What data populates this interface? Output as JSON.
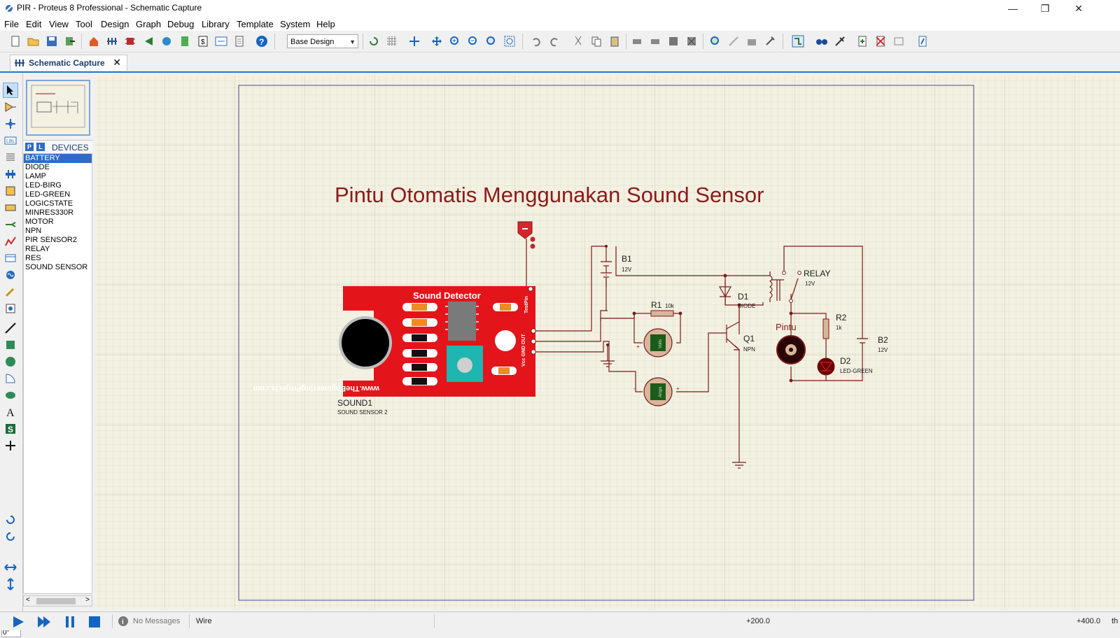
{
  "window": {
    "title": "PIR - Proteus 8 Professional - Schematic Capture",
    "minimize": "—",
    "maximize": "❐",
    "close": "✕"
  },
  "menu": [
    "File",
    "Edit",
    "View",
    "Tool",
    "Design",
    "Graph",
    "Debug",
    "Library",
    "Template",
    "System",
    "Help"
  ],
  "toolbar": {
    "design_select": "Base Design"
  },
  "tab": {
    "label": "Schematic Capture"
  },
  "devices": {
    "header": "DEVICES",
    "p_button": "P",
    "l_button": "L",
    "items": [
      "BATTERY",
      "DIODE",
      "LAMP",
      "LED-BIRG",
      "LED-GREEN",
      "LOGICSTATE",
      "MINRES330R",
      "MOTOR",
      "NPN",
      "PIR SENSOR2",
      "RELAY",
      "RES",
      "SOUND SENSOR"
    ],
    "selected": "BATTERY"
  },
  "rotation": "0°",
  "schematic": {
    "title": "Pintu Otomatis Menggunakan Sound Sensor",
    "board": {
      "name": "Sound Detector",
      "url": "www.TheEngineeringProjects.com",
      "pins": "Vcc GND OUT",
      "testpin": "TestPin"
    },
    "sound_ref": "SOUND1",
    "sound_type": "SOUND SENSOR 2",
    "b1": {
      "ref": "B1",
      "value": "12V"
    },
    "b2": {
      "ref": "B2",
      "value": "12V"
    },
    "r1": {
      "ref": "R1",
      "value": "10k"
    },
    "r2": {
      "ref": "R2",
      "value": "1k"
    },
    "d1": {
      "ref": "D1",
      "value": "DIODE"
    },
    "d2": {
      "ref": "D2",
      "value": "LED-GREEN"
    },
    "q1": {
      "ref": "Q1",
      "value": "NPN"
    },
    "relay": {
      "ref": "RELAY",
      "value": "12V"
    },
    "motor_label": "Pintu",
    "volt_label": "Volts",
    "amp_label": "Amps"
  },
  "status": {
    "messages": "No Messages",
    "mode": "Wire",
    "coord1": "+200.0",
    "coord2": "+400.0",
    "unit": "th"
  },
  "colors": {
    "grid_bg": "#f3f1e2",
    "wire": "#7a1a1a",
    "board_red": "#e4141b",
    "title_text": "#8b1a1a",
    "selection_blue": "#2e6cc7"
  }
}
